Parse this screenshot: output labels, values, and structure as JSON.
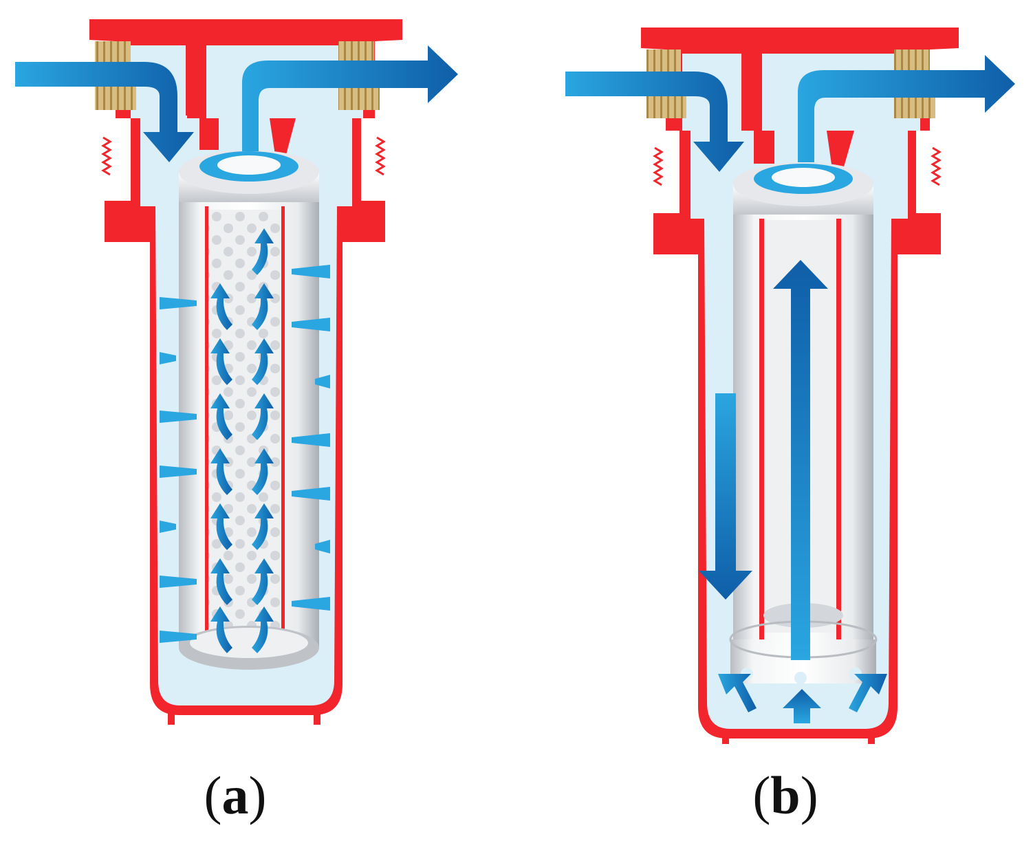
{
  "panels": [
    {
      "id": "a",
      "open": "(",
      "letter": "a",
      "close": ")",
      "flow": "radial"
    },
    {
      "id": "b",
      "open": "(",
      "letter": "b",
      "close": ")",
      "flow": "axial"
    }
  ],
  "colors": {
    "housing_red": "#f2242c",
    "water_fill": "#dbeff9",
    "flow_blue": "#1e7bc8",
    "flow_blue_light": "#2aa6e0",
    "flow_blue_dark": "#0f5ea8",
    "thread_gold": "#c9a867",
    "cartridge_grey": "#c9ccd0"
  },
  "icons": [
    "inflow-arrow-icon",
    "outflow-arrow-icon",
    "cartridge-icon",
    "housing-icon"
  ]
}
